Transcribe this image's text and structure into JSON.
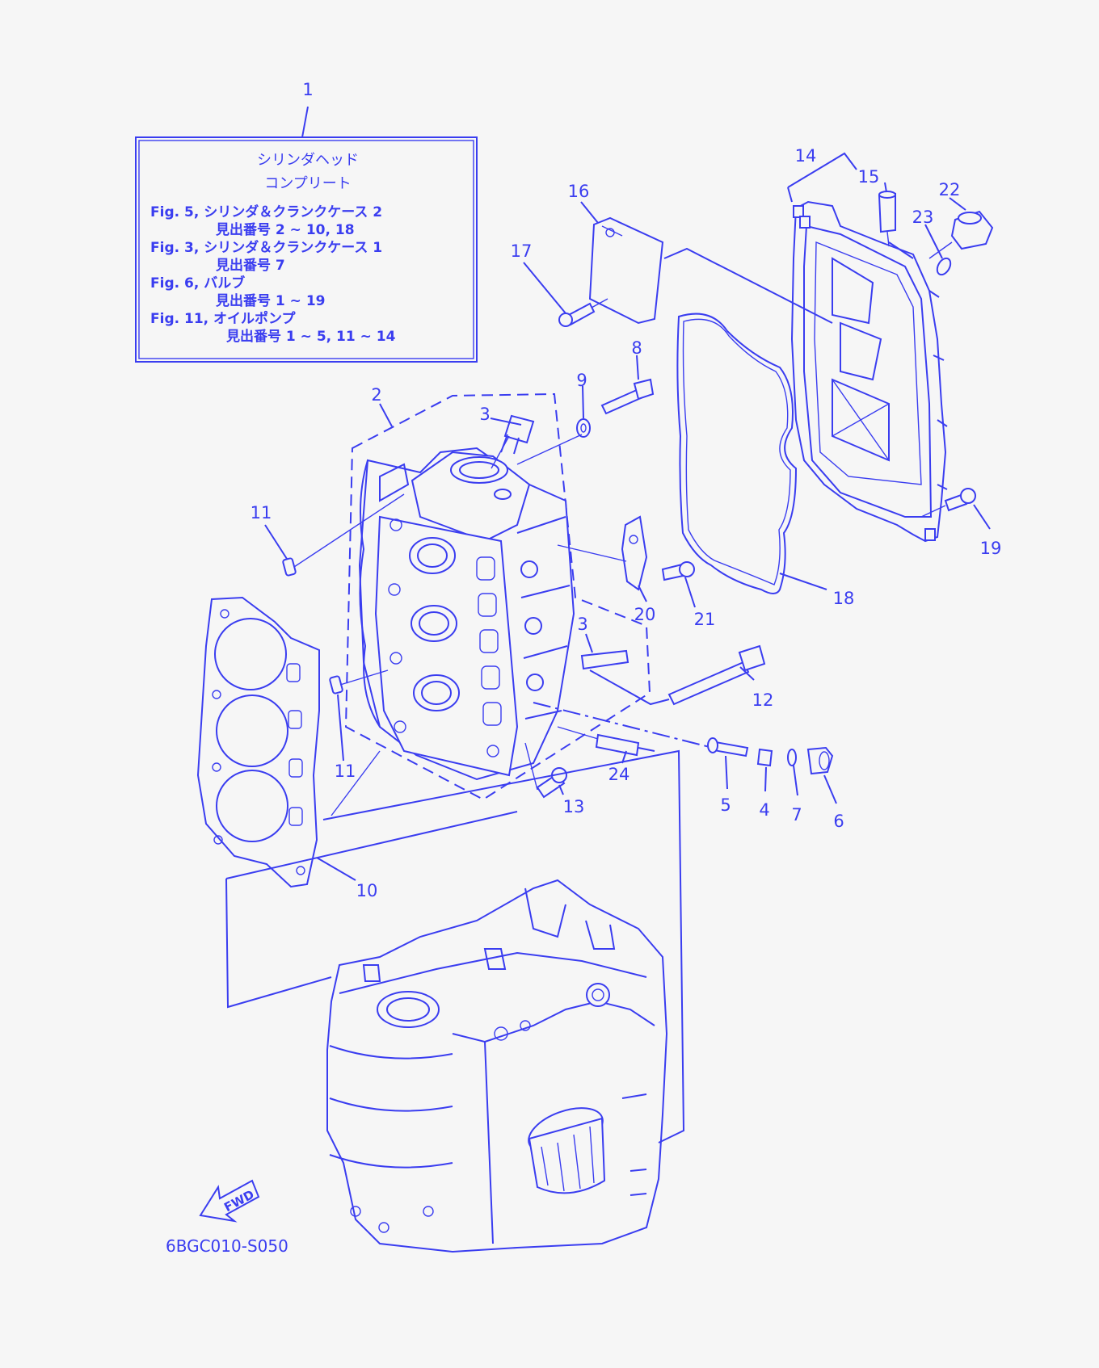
{
  "note": {
    "title_line1": "シリンダヘッド",
    "title_line2": "コンプリート",
    "refs": [
      {
        "fig": "Fig. 5, シリンダ＆クランクケース 2",
        "items": "見出番号 2 ~ 10, 18"
      },
      {
        "fig": "Fig. 3, シリンダ＆クランクケース 1",
        "items": "見出番号 7"
      },
      {
        "fig": "Fig. 6, バルブ",
        "items": "見出番号 1 ~ 19"
      },
      {
        "fig": "Fig. 11, オイルポンプ",
        "items": "見出番号 1 ~ 5, 11 ~ 14"
      }
    ]
  },
  "callouts": {
    "c1": "1",
    "c2": "2",
    "c3a": "3",
    "c3b": "3",
    "c4": "4",
    "c5": "5",
    "c6": "6",
    "c7": "7",
    "c8": "8",
    "c9": "9",
    "c10": "10",
    "c11a": "11",
    "c11b": "11",
    "c12": "12",
    "c13": "13",
    "c14": "14",
    "c15": "15",
    "c16": "16",
    "c17": "17",
    "c18": "18",
    "c19": "19",
    "c20": "20",
    "c21": "21",
    "c22": "22",
    "c23": "23",
    "c24": "24"
  },
  "fwd_label": "FWD",
  "diagram_code": "6BGC010-S050",
  "colors": {
    "line": "#3a3df0",
    "background": "#f6f6f6"
  }
}
